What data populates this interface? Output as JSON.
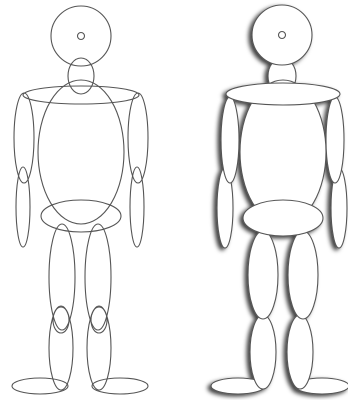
{
  "figures": [
    {
      "name": "wireframe-figure",
      "style": "outline"
    },
    {
      "name": "shaded-figure",
      "style": "filled-with-shadow"
    }
  ],
  "colors": {
    "background": "#ffffff",
    "stroke": "#555555",
    "fill": "#ffffff",
    "shadow": "#000000"
  }
}
